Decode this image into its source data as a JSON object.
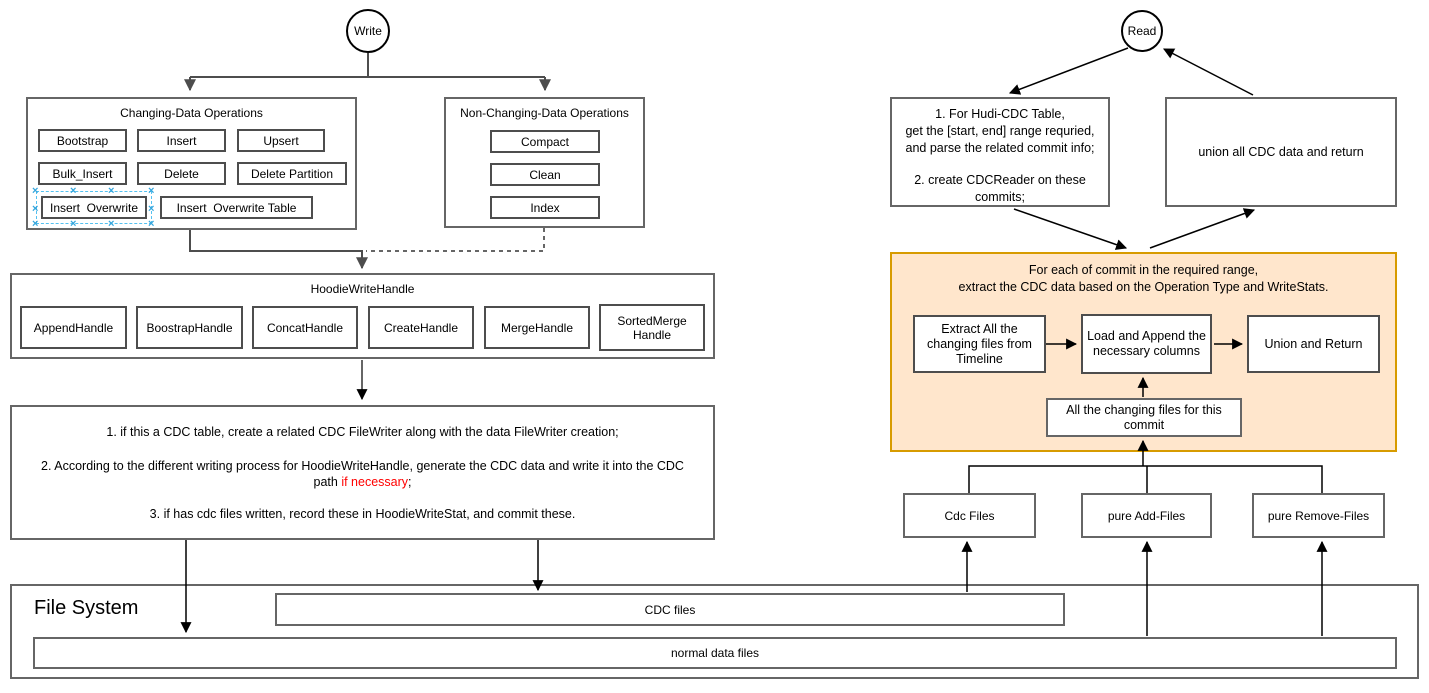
{
  "colors": {
    "group_fill": "#ffe6cc",
    "group_stroke": "#d79b00",
    "selection_blue": "#54c1f0",
    "highlight_red": "#ff0000"
  },
  "selection": {
    "handle_glyph": "×"
  },
  "write": {
    "start": "Write",
    "changing": {
      "title": "Changing-Data Operations",
      "ops": [
        "Bootstrap",
        "Insert",
        "Upsert",
        "Bulk_Insert",
        "Delete",
        "Delete Partition",
        "Insert  Overwrite",
        "Insert  Overwrite Table"
      ]
    },
    "non_changing": {
      "title": "Non-Changing-Data Operations",
      "ops": [
        "Compact",
        "Clean",
        "Index"
      ]
    },
    "write_handle": {
      "title": "HoodieWriteHandle",
      "handles": [
        "AppendHandle",
        "BoostrapHandle",
        "ConcatHandle",
        "CreateHandle",
        "MergeHandle",
        "SortedMerge Handle"
      ]
    },
    "cdc_steps": {
      "step1": "1. if this a CDC table, create a related CDC FileWriter along with the data FileWriter creation;",
      "step2_prefix": "2. According to the different writing process for HoodieWriteHandle, generate the CDC data and write it into the CDC path ",
      "step2_highlight": "if necessary",
      "step2_suffix": ";",
      "step3": "3. if has cdc files written, record these in HoodieWriteStat, and commit these."
    }
  },
  "read": {
    "start": "Read",
    "plan_box": {
      "para1": "1. For Hudi-CDC Table,\nget the [start, end] range requried,\nand parse the related commit info;",
      "para2": "2. create CDCReader on these\ncommits;"
    },
    "union_box": "union all CDC data and return",
    "extract_group": {
      "title": "For each of commit in the required range,\nextract the CDC data based on the Operation Type and WriteStats.",
      "extract": "Extract All the changing files from Timeline",
      "load": "Load and Append the necessary columns",
      "union": "Union and Return",
      "changing_files": "All the changing files for this commit"
    },
    "file_groups": [
      "Cdc Files",
      "pure Add-Files",
      "pure Remove-Files"
    ]
  },
  "file_system": {
    "title": "File System",
    "cdc_files": "CDC files",
    "normal_files": "normal data files"
  }
}
